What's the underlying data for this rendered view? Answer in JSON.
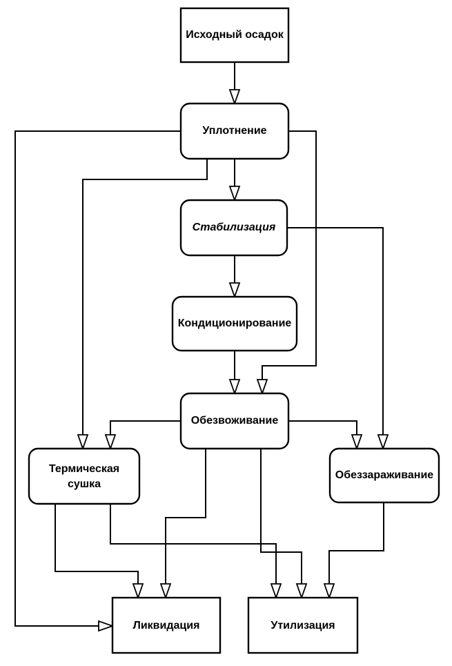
{
  "nodes": {
    "source": "Исходный осадок",
    "thickening": "Уплотнение",
    "stabilization": "Стабилизация",
    "conditioning": "Кондиционирование",
    "dewatering": "Обезвоживание",
    "thermal_drying": [
      "Термическая",
      "сушка"
    ],
    "disinfection": "Обеззараживание",
    "liquidation": "Ликвидация",
    "utilization": "Утилизация"
  },
  "colors": {
    "stroke": "#000000",
    "box_fill": "#ffffff",
    "background": "#ffffff"
  }
}
